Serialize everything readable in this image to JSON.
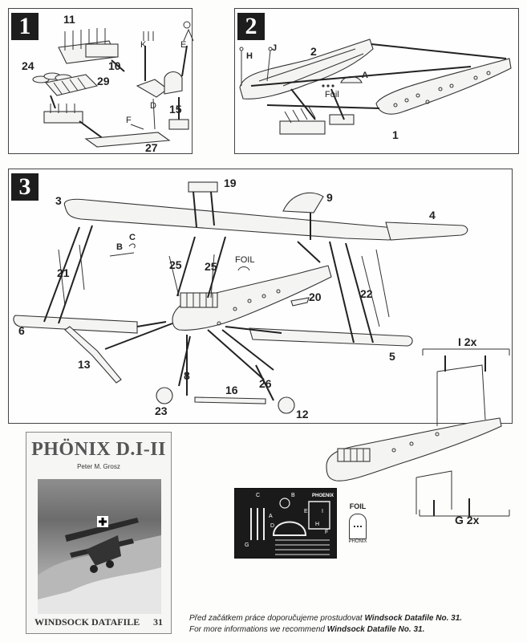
{
  "steps": {
    "step1": {
      "badge": "1",
      "parts": [
        "11",
        "10",
        "24",
        "29",
        "K",
        "E",
        "D",
        "15",
        "F",
        "27"
      ]
    },
    "step2": {
      "badge": "2",
      "parts": [
        "H",
        "J",
        "2",
        "A",
        "1"
      ],
      "foil_label": "Foil"
    },
    "step3": {
      "badge": "3",
      "parts": [
        "19",
        "3",
        "9",
        "4",
        "B",
        "C",
        "25",
        "25",
        "21",
        "22",
        "20",
        "6",
        "13",
        "8",
        "26",
        "5",
        "16",
        "23",
        "12"
      ],
      "foil_label": "FOIL",
      "detail_top_label": "I 2x",
      "detail_bottom_label": "G 2x"
    }
  },
  "photo_etch": {
    "brand": "PHOENIX",
    "letters": [
      "C",
      "B",
      "A",
      "E",
      "D",
      "F",
      "G",
      "H",
      "I"
    ],
    "foil_label": "FOIL",
    "foil_brand": "PHÖNIX"
  },
  "book": {
    "title": "PHÖNIX D.I-II",
    "author": "Peter M. Grosz",
    "series": "WINDSOCK DATAFILE",
    "number": "31"
  },
  "note": {
    "cz_prefix": "Před začátkem práce doporučujeme prostudovat ",
    "cz_ref": "Windsock Datafile No. 31.",
    "en_prefix": "For more informations we recommend ",
    "en_ref": "Windsock Datafile No. 31."
  }
}
